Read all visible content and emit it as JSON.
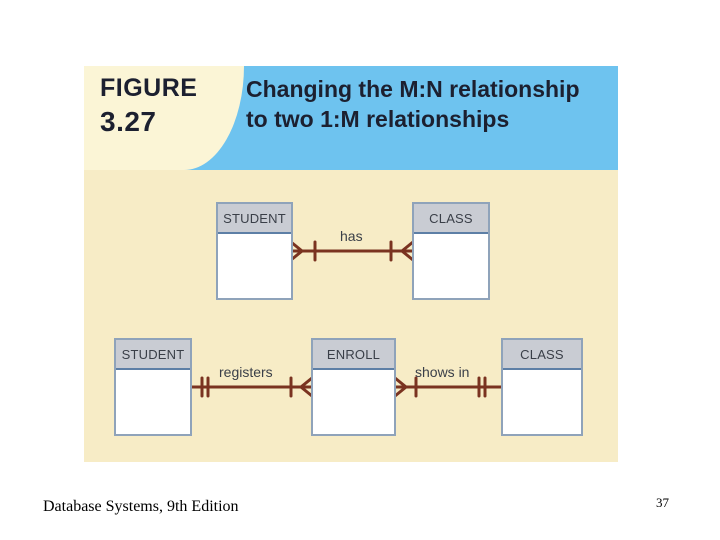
{
  "figure": {
    "label": "FIGURE",
    "number": "3.27",
    "title_line1": "Changing the M:N relationship",
    "title_line2": "to two 1:M relationships"
  },
  "diagram_top": {
    "left_entity": "STUDENT",
    "right_entity": "CLASS",
    "relationship": "has"
  },
  "diagram_bottom": {
    "left_entity": "STUDENT",
    "middle_entity": "ENROLL",
    "right_entity": "CLASS",
    "relationship_left": "registers",
    "relationship_right": "shows in"
  },
  "footer": {
    "text": "Database Systems, 9th Edition",
    "page": "37"
  },
  "colors": {
    "banner": "#6ec3ef",
    "panel": "#f7ecc6",
    "connector": "#7a3320"
  }
}
